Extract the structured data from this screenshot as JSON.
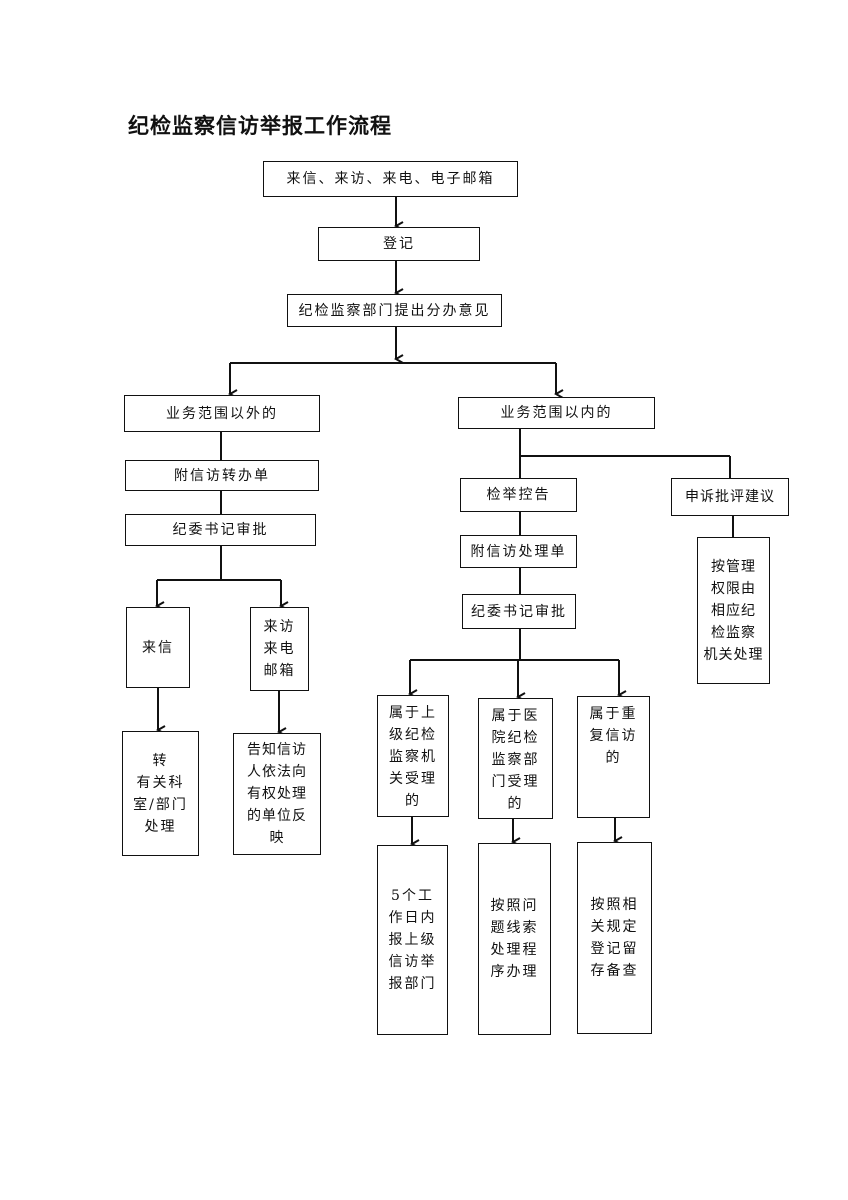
{
  "title": "纪检监察信访举报工作流程",
  "nodes": {
    "sources": "来信、来访、来电、电子邮箱",
    "register": "登记",
    "opinion": "纪检监察部门提出分办意见",
    "outside": "业务范围以外的",
    "inside": "业务范围以内的",
    "outside_form": "附信访转办单",
    "outside_approve": "纪委书记审批",
    "letter": "来信",
    "visit": "来访\n来电\n邮箱",
    "letter_result": "转\n有关科\n室/部门\n处理",
    "visit_result": "告知信访\n人依法向\n有权处理\n的单位反\n映",
    "report": "检举控告",
    "appeal": "申诉批评建议",
    "inside_form": "附信访处理单",
    "inside_approve": "纪委书记审批",
    "appeal_result": "按管理\n权限由\n相应纪\n检监察\n机关处理",
    "upper": "属于上\n级纪检\n监察机\n关受理\n的",
    "hospital": "属于医\n院纪检\n监察部\n门受理\n的",
    "repeat": "属于重\n复信访\n的",
    "upper_result": "5个工\n作日内\n报上级\n信访举\n报部门",
    "hospital_result": "按照问\n题线索\n处理程\n序办理",
    "repeat_result": "按照相\n关规定\n登记留\n存备查"
  }
}
